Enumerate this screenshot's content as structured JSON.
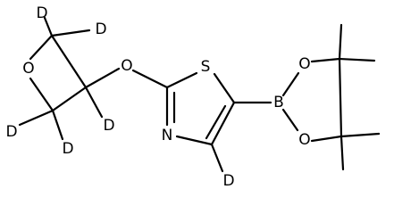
{
  "molecule": {
    "atoms": {
      "o_oxetane": "O",
      "o_ether": "O",
      "s_thiazole": "S",
      "n_thiazole": "N",
      "b_boron": "B",
      "o_boronate_top": "O",
      "o_boronate_bottom": "O",
      "d_top_left": "D",
      "d_top_right": "D",
      "d_ch": "D",
      "d_bottom_left": "D",
      "d_bottom_right": "D",
      "d_thiazole": "D"
    }
  }
}
